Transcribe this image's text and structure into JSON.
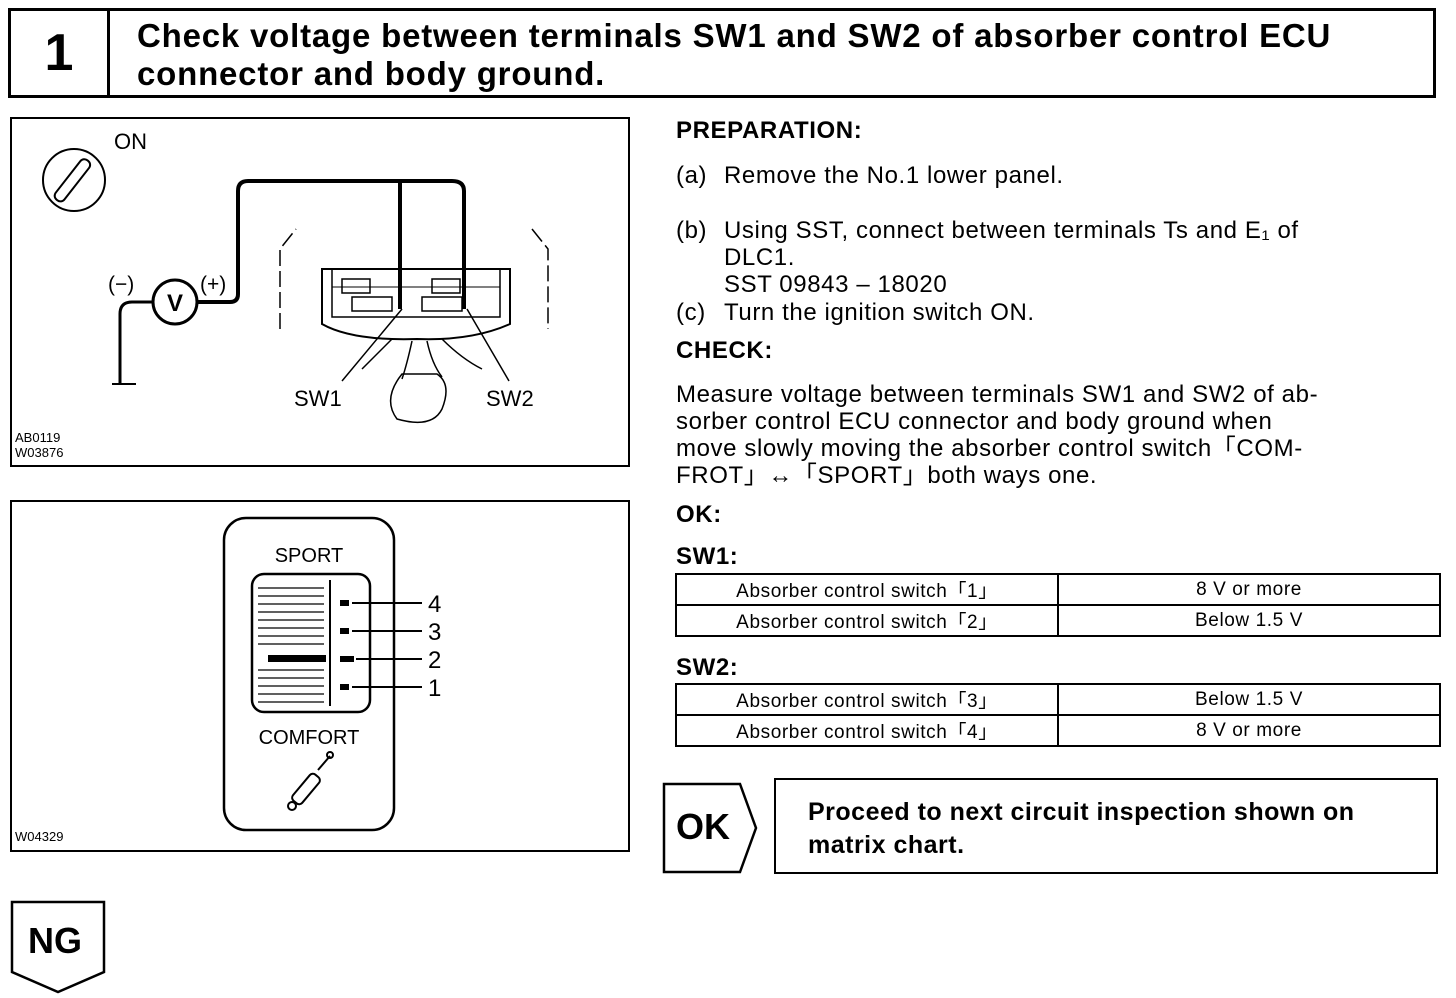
{
  "header": {
    "step_number": "1",
    "title_line1": "Check voltage between terminals SW1 and SW2 of absorber control ECU",
    "title_line2": "connector and body ground."
  },
  "figure1": {
    "on_label": "ON",
    "minus_label": "(−)",
    "plus_label": "(+)",
    "voltmeter": "V",
    "sw1_label": "SW1",
    "sw2_label": "SW2",
    "code1": "AB0119",
    "code2": "W03876"
  },
  "figure2": {
    "sport_label": "SPORT",
    "comfort_label": "COMFORT",
    "pos4": "4",
    "pos3": "3",
    "pos2": "2",
    "pos1": "1",
    "code": "W04329"
  },
  "preparation": {
    "heading": "PREPARATION:",
    "a_label": "(a)",
    "a_text": "Remove the No.1 lower panel.",
    "b_label": "(b)",
    "b_line1": "Using SST, connect between terminals Ts and E₁ of",
    "b_line2": "DLC1.",
    "b_line3": "SST 09843 – 18020",
    "c_label": "(c)",
    "c_text": "Turn the ignition switch ON."
  },
  "check": {
    "heading": "CHECK:",
    "line1": "Measure voltage between terminals SW1 and SW2 of ab-",
    "line2": "sorber control ECU connector and body ground when",
    "line3": "move slowly moving the absorber control switch「COM-",
    "line4": "FROT」↔「SPORT」both ways one."
  },
  "ok_section": {
    "heading": "OK:",
    "sw1_heading": "SW1:",
    "sw1_rows": [
      {
        "switch": "Absorber control switch「1」",
        "value": "8 V or more"
      },
      {
        "switch": "Absorber control switch「2」",
        "value": "Below 1.5 V"
      }
    ],
    "sw2_heading": "SW2:",
    "sw2_rows": [
      {
        "switch": "Absorber control switch「3」",
        "value": "Below 1.5 V"
      },
      {
        "switch": "Absorber control switch「4」",
        "value": "8 V or more"
      }
    ]
  },
  "result": {
    "ok_label": "OK",
    "proceed_line1": "Proceed to next circuit inspection shown on",
    "proceed_line2": "matrix chart.",
    "ng_label": "NG"
  }
}
